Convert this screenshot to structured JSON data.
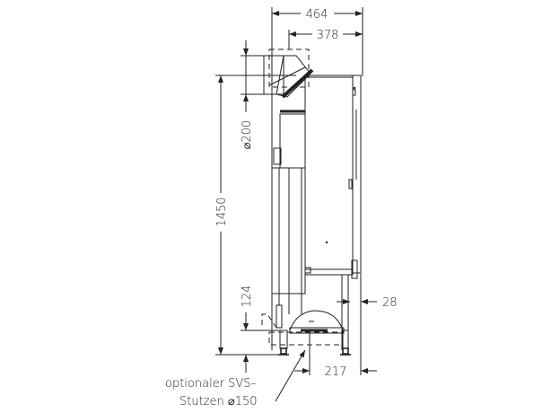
{
  "drawing": {
    "dimensions": {
      "overall_depth": "464",
      "flue_offset": "378",
      "flue_diameter": "⌀200",
      "height": "1450",
      "bottom_inlet_height": "124",
      "rear_offset": "28",
      "bottom_inlet_offset": "217"
    },
    "annotation": {
      "line1": "optionaler SVS–",
      "line2": "Stutzen ⌀150"
    }
  }
}
